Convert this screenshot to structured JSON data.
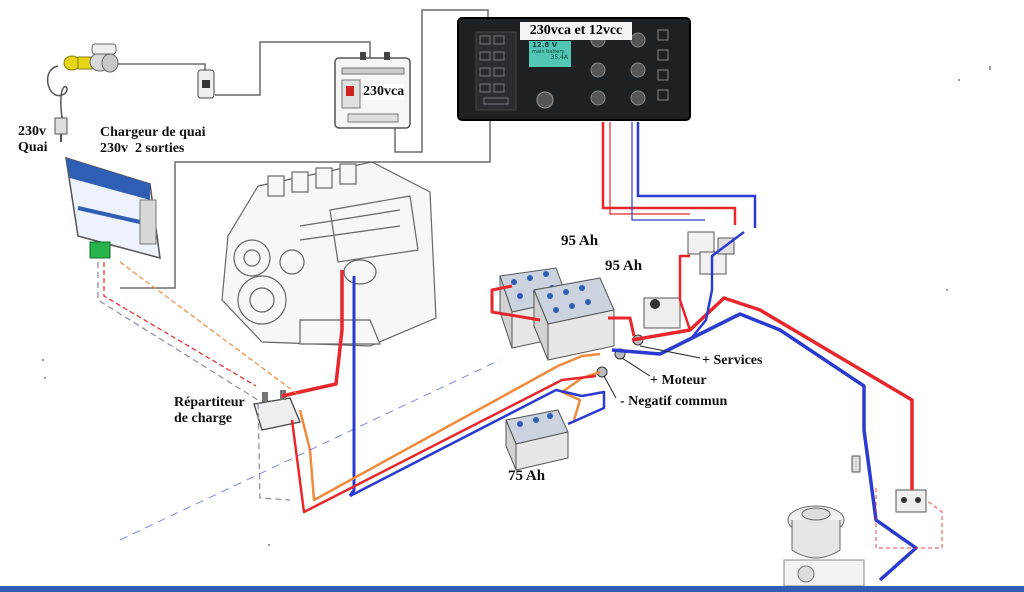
{
  "labels": {
    "shore": "230v\nQuai",
    "charger": "Chargeur de quai\n230v  2 sorties",
    "box_230": "230vca",
    "panel_title": "230vca et 12vcc",
    "battery_95a": "95 Ah",
    "battery_95b": "95 Ah",
    "battery_75": "75 Ah",
    "splitter": "Répartiteur\nde charge",
    "services": "+ Services",
    "moteur": "+ Moteur",
    "negatif": "- Negatif commun"
  },
  "lcd": {
    "voltage": "12.8 V",
    "name": "main battery",
    "current": "35,4A"
  },
  "colors": {
    "positive": "#e8262b",
    "negative": "#2b3bd1",
    "charge_line": "#f08a3c",
    "panel_bg": "#1e2124",
    "lcd_bg": "#52c7b6",
    "wire_grey": "#8a8a8a"
  },
  "icons": {
    "shore_plug": "shore-plug-icon",
    "inline_fuse": "inline-fuse-icon",
    "charger": "charger-icon",
    "engine": "engine-icon",
    "windlass": "windlass-icon"
  }
}
